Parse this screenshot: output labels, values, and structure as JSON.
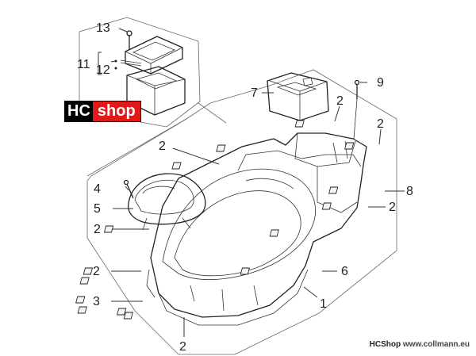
{
  "logo": {
    "hc": "HC",
    "shop": "shop"
  },
  "footer": {
    "brand": "HCShop",
    "url": "www.collmann.eu"
  },
  "callouts": [
    {
      "key": "c13",
      "text": "13"
    },
    {
      "key": "c11",
      "text": "11"
    },
    {
      "key": "c12",
      "text": "12"
    },
    {
      "key": "c7",
      "text": "7"
    },
    {
      "key": "c9",
      "text": "9"
    },
    {
      "key": "c2a",
      "text": "2"
    },
    {
      "key": "c2b",
      "text": "2"
    },
    {
      "key": "c2c",
      "text": "2"
    },
    {
      "key": "c8",
      "text": "8"
    },
    {
      "key": "c4",
      "text": "4"
    },
    {
      "key": "c5",
      "text": "5"
    },
    {
      "key": "c2d",
      "text": "2"
    },
    {
      "key": "c2e",
      "text": "2"
    },
    {
      "key": "c6",
      "text": "6"
    },
    {
      "key": "c2f",
      "text": "2"
    },
    {
      "key": "c3",
      "text": "3"
    },
    {
      "key": "c1",
      "text": "1"
    },
    {
      "key": "c2g",
      "text": "2"
    }
  ]
}
